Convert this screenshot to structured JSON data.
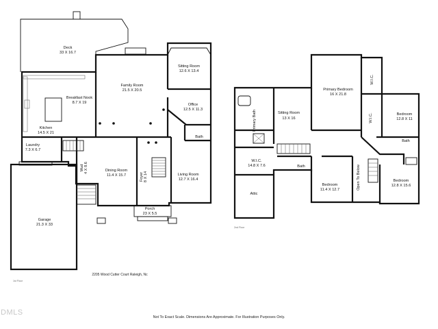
{
  "rooms": {
    "deck": {
      "name": "Deck",
      "dim": "33 X 16.7"
    },
    "family_room": {
      "name": "Family Room",
      "dim": "21.5 X 20.5"
    },
    "sitting_room_1": {
      "name": "Sitting Room",
      "dim": "12.6 X 13.4"
    },
    "breakfast_nook": {
      "name": "Breakfast Nook",
      "dim": "8.7 X 19"
    },
    "office": {
      "name": "Office",
      "dim": "12.5 X 11.3"
    },
    "kitchen": {
      "name": "Kitchen",
      "dim": "14.5 X 21"
    },
    "bath_1": {
      "name": "Bath"
    },
    "laundry": {
      "name": "Laundry",
      "dim": "7.3 X 6.7"
    },
    "mud": {
      "name": "Mud",
      "dim": "4 X 8.6"
    },
    "dining_room": {
      "name": "Dining Room",
      "dim": "11.4 X 15.7"
    },
    "foyer": {
      "name": "Foyer",
      "dim": "8 X 14"
    },
    "living_room": {
      "name": "Living Room",
      "dim": "12.7 X 16.4"
    },
    "garage": {
      "name": "Garage",
      "dim": "21.3 X 33"
    },
    "porch": {
      "name": "Porch",
      "dim": "23 X 5.5"
    },
    "primary_bedroom": {
      "name": "Primary Bedroom",
      "dim": "16 X 21.8"
    },
    "wic_top": {
      "name": "W.I.C."
    },
    "primary_bath": {
      "name": "Primary Bath"
    },
    "sitting_room_2": {
      "name": "Sitting Room",
      "dim": "13 X 16"
    },
    "wic_mid": {
      "name": "W.I.C."
    },
    "bedroom_a": {
      "name": "Bedroom",
      "dim": "12.8 X 11"
    },
    "bath_2": {
      "name": "Bath"
    },
    "wic_left": {
      "name": "W.I.C.",
      "dim": "14.8 X 7.6"
    },
    "bath_3": {
      "name": "Bath"
    },
    "bedroom_b": {
      "name": "Bedroom",
      "dim": "11.4 X 12.7"
    },
    "open_to_below": {
      "name": "Open To Below"
    },
    "bedroom_c": {
      "name": "Bedroom",
      "dim": "12.8 X 15.6"
    },
    "attic": {
      "name": "Attic"
    }
  },
  "floor_labels": {
    "first": "1st Floor",
    "second": "2nd Floor"
  },
  "address": "2205 Wood Cutter Court Raleigh, Nc",
  "disclaimer": "Not To Exact Scale. Dimensions Are Approximate. For Illustration Purposes Only.",
  "watermark": "DMLS"
}
